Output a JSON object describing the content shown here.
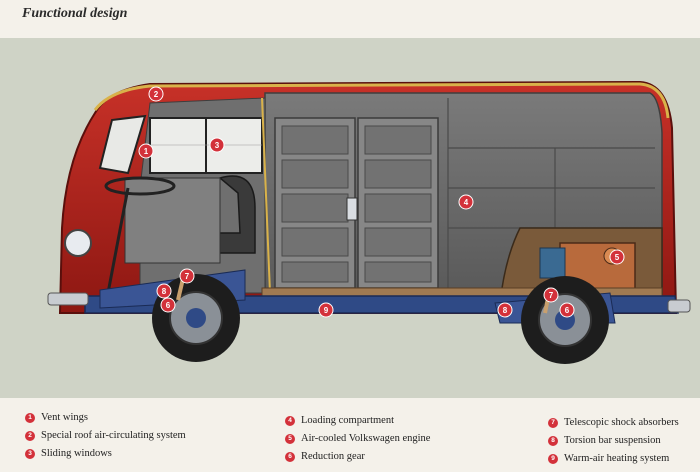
{
  "title": "Functional design",
  "callouts": [
    "1",
    "2",
    "3",
    "4",
    "5",
    "6",
    "7",
    "8",
    "9",
    "6",
    "7",
    "8"
  ],
  "legend": [
    {
      "num": "1",
      "label": "Vent wings"
    },
    {
      "num": "2",
      "label": "Special roof air-circulating system"
    },
    {
      "num": "3",
      "label": "Sliding windows"
    },
    {
      "num": "4",
      "label": "Loading compartment"
    },
    {
      "num": "5",
      "label": "Air-cooled Volkswagen engine"
    },
    {
      "num": "6",
      "label": "Reduction gear"
    },
    {
      "num": "7",
      "label": "Telescopic shock absorbers"
    },
    {
      "num": "8",
      "label": "Torsion bar suspension"
    },
    {
      "num": "9",
      "label": "Warm-air heating system"
    }
  ],
  "colors": {
    "body_red": "#b3201e",
    "interior_gray": "#6b6b6b",
    "chassis_blue": "#2f4a86",
    "background": "#cfd3c6",
    "callout": "#d3313a"
  }
}
